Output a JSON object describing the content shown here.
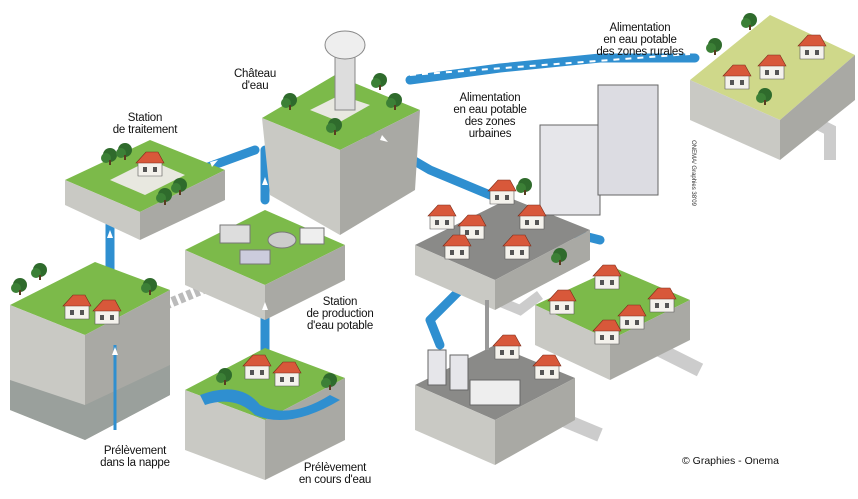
{
  "labels": {
    "rural": [
      "Alimentation",
      "en eau potable",
      "des zones rurales"
    ],
    "chateau": [
      "Château",
      "d'eau"
    ],
    "traitement": [
      "Station",
      "de traitement"
    ],
    "urbaines": [
      "Alimentation",
      "en eau potable",
      "des zones",
      "urbaines"
    ],
    "production": [
      "Station",
      "de production",
      "d'eau potable"
    ],
    "nappe": [
      "Prélèvement",
      "dans la nappe"
    ],
    "cours": [
      "Prélèvement",
      "en cours d'eau"
    ]
  },
  "credit": "© Graphies - Onema",
  "vertical_credit": "ONEMA/ Graphies 38'09",
  "colors": {
    "pipe": "#2f8fd0",
    "grass": "#7cba4a",
    "block_side": "#c9c9c4",
    "roof": "#d8583a",
    "tree": "#2f6b2c"
  }
}
